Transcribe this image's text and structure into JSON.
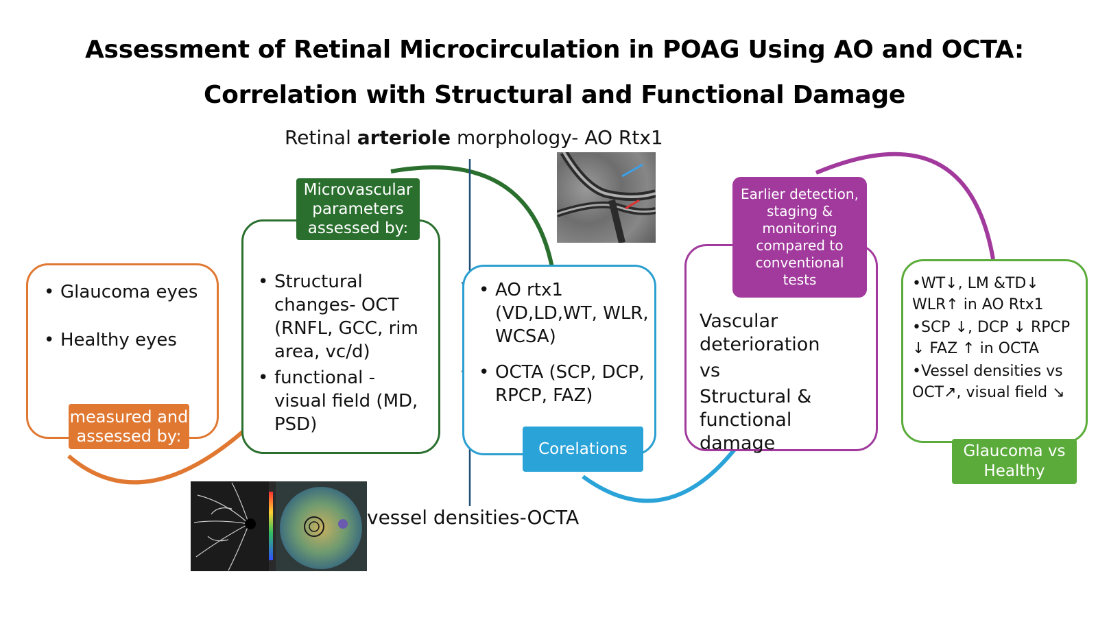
{
  "title": {
    "line1": "Assessment of Retinal Microcirculation in POAG Using AO and OCTA:",
    "line2": "Correlation with Structural and Functional Damage"
  },
  "captions": {
    "ao_prefix": "Retinal ",
    "ao_bold": "arteriole",
    "ao_suffix": " morphology- AO Rtx1",
    "octa": "vessel densities-OCTA"
  },
  "box1": {
    "items": [
      "Glaucoma eyes",
      "Healthy eyes"
    ],
    "label": "measured and assessed by:"
  },
  "box2": {
    "label": "Microvascular parameters assessed by:",
    "items": [
      "Structural changes- OCT (RNFL, GCC, rim area, vc/d)",
      "functional - visual field (MD, PSD)"
    ]
  },
  "box3": {
    "items": [
      "AO rtx1 (VD,LD,WT, WLR, WCSA)",
      "OCTA (SCP, DCP, RPCP, FAZ)"
    ],
    "label": "Corelations"
  },
  "box4": {
    "label": "Earlier detection, staging & monitoring compared to conventional tests",
    "line1": "Vascular deterioration",
    "line2": "vs",
    "line3": "Structural & functional damage"
  },
  "box5": {
    "items": [
      "•WT↓, LM &TD↓ WLR↑ in AO Rtx1",
      "•SCP ↓, DCP ↓ RPCP ↓ FAZ ↑ in OCTA",
      "•Vessel densities vs OCT↗, visual field ↘"
    ],
    "label": "Glaucoma vs Healthy"
  },
  "colors": {
    "orange": "#e07832",
    "dark_green": "#2a6f2e",
    "blue": "#2a9fd0",
    "purple": "#a13a9c",
    "light_green": "#5aab3a",
    "navy_arrow": "#1f4e79"
  },
  "images": {
    "ao": "ao-rtx1-arteriole-photo",
    "octa": "octa-vessel-density-scan"
  }
}
